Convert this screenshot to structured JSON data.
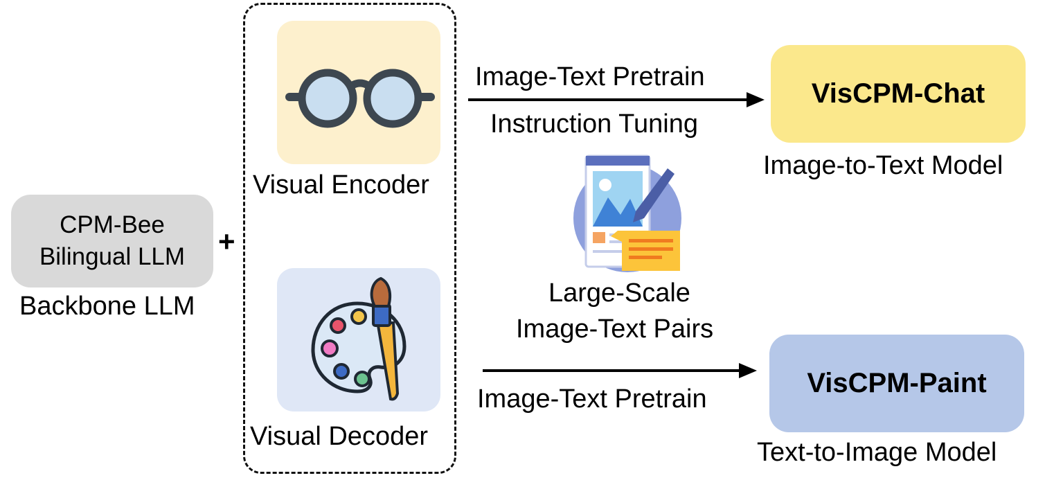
{
  "backbone": {
    "line1": "CPM-Bee",
    "line2": "Bilingual LLM",
    "caption": "Backbone LLM"
  },
  "plus_sign": "+",
  "visual_encoder": {
    "label": "Visual Encoder",
    "icon": "glasses-icon"
  },
  "visual_decoder": {
    "label": "Visual Decoder",
    "icon": "palette-brush-icon"
  },
  "top_arrow": {
    "label_above": "Image-Text Pretrain",
    "label_below": "Instruction Tuning"
  },
  "bottom_arrow": {
    "label_below": "Image-Text Pretrain"
  },
  "data_source": {
    "line1": "Large-Scale",
    "line2": "Image-Text Pairs",
    "icon": "image-text-document-icon"
  },
  "chat_model": {
    "name": "VisCPM-Chat",
    "caption": "Image-to-Text Model"
  },
  "paint_model": {
    "name": "VisCPM-Paint",
    "caption": "Text-to-Image Model"
  },
  "colors": {
    "backbone_fill": "#d9d9d9",
    "encoder_panel": "#fdf0cd",
    "decoder_panel": "#dfe7f6",
    "chat_fill": "#fbe88c",
    "paint_fill": "#b5c7e8"
  }
}
